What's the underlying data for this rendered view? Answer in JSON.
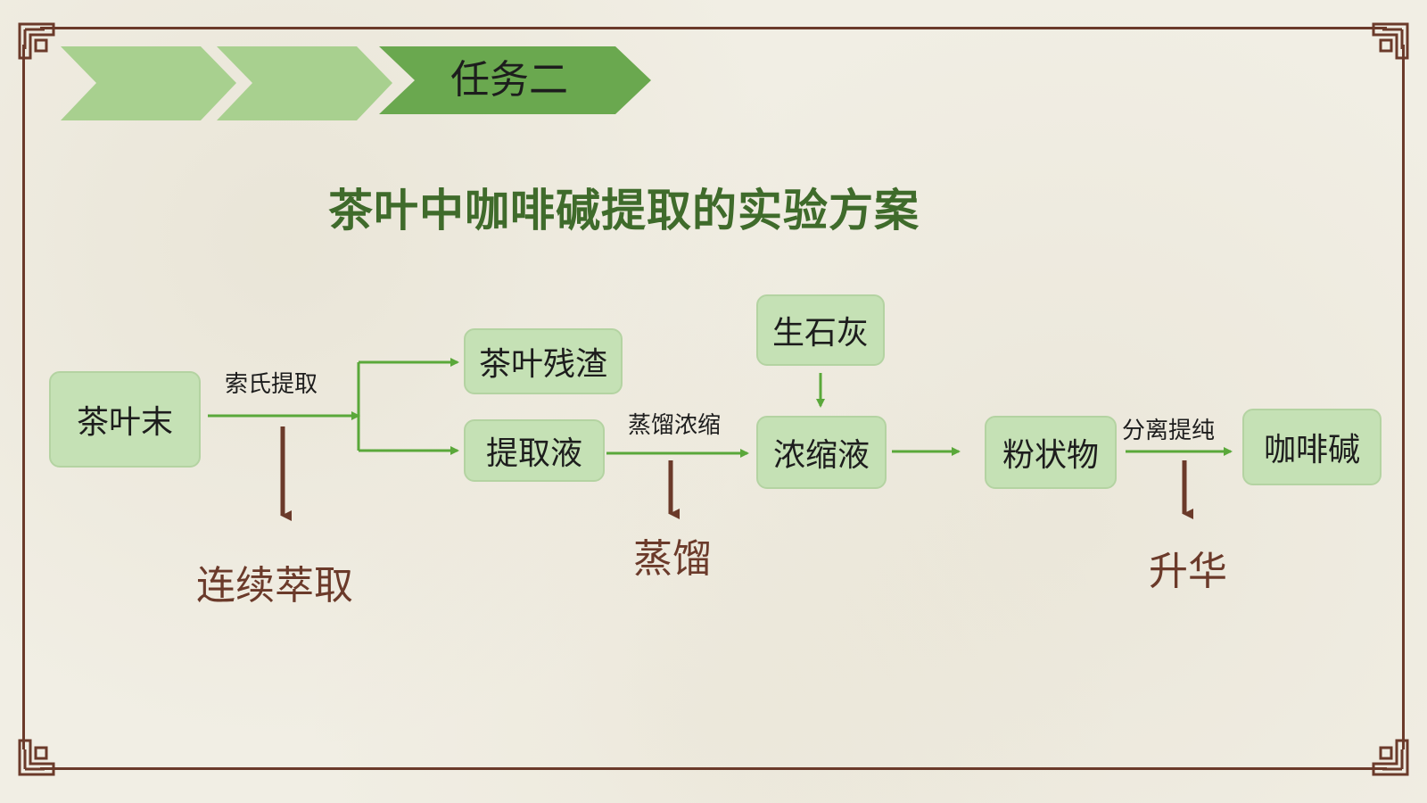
{
  "header": {
    "task_label": "任务二"
  },
  "title": "茶叶中咖啡碱提取的实验方案",
  "nodes": {
    "tea_powder": "茶叶末",
    "tea_residue": "茶叶残渣",
    "extract_liquid": "提取液",
    "quicklime": "生石灰",
    "concentrate": "浓缩液",
    "powder": "粉状物",
    "caffeine": "咖啡碱"
  },
  "steps": {
    "soxhlet": "索氏提取",
    "distill_concentrate": "蒸馏浓缩",
    "separate_purify": "分离提纯"
  },
  "methods": {
    "continuous_extraction": "连续萃取",
    "distillation": "蒸馏",
    "sublimation": "升华"
  },
  "colors": {
    "box_fill": "#c5e1b5",
    "flow_arrow": "#5aa83a",
    "method_arrow": "#6b3a2a",
    "title": "#3f6b2b",
    "frame": "#6b3a2a"
  }
}
